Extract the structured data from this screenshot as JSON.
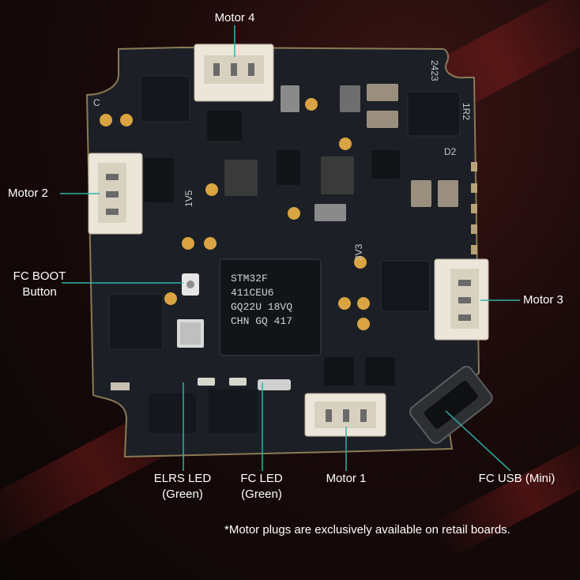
{
  "labels": {
    "motor4": "Motor 4",
    "motor2": "Motor 2",
    "fc_boot_line1": "FC BOOT",
    "fc_boot_line2": "Button",
    "motor3": "Motor 3",
    "elrs_led_line1": "ELRS LED",
    "elrs_led_line2": "(Green)",
    "fc_led_line1": "FC LED",
    "fc_led_line2": "(Green)",
    "motor1": "Motor 1",
    "fc_usb": "FC USB (Mini)"
  },
  "board_text": {
    "chip_line1": "STM32F",
    "chip_line2": "411CEU6",
    "chip_line3": "GQ22U 18VQ",
    "chip_line4": "CHN GQ 417",
    "silk_2423": "2423",
    "silk_1r2": "1R2",
    "silk_d2": "D2",
    "silk_c": "C",
    "silk_1v5": "1V5",
    "silk_3v3": "3V3"
  },
  "footnote": "*Motor plugs are exclusively available on retail boards.",
  "colors": {
    "background": "#0b0606",
    "pcb": "#1c1f26",
    "connector": "#ece6da",
    "pad_gold": "#d9a441",
    "leader_line": "#2fb3a8"
  }
}
